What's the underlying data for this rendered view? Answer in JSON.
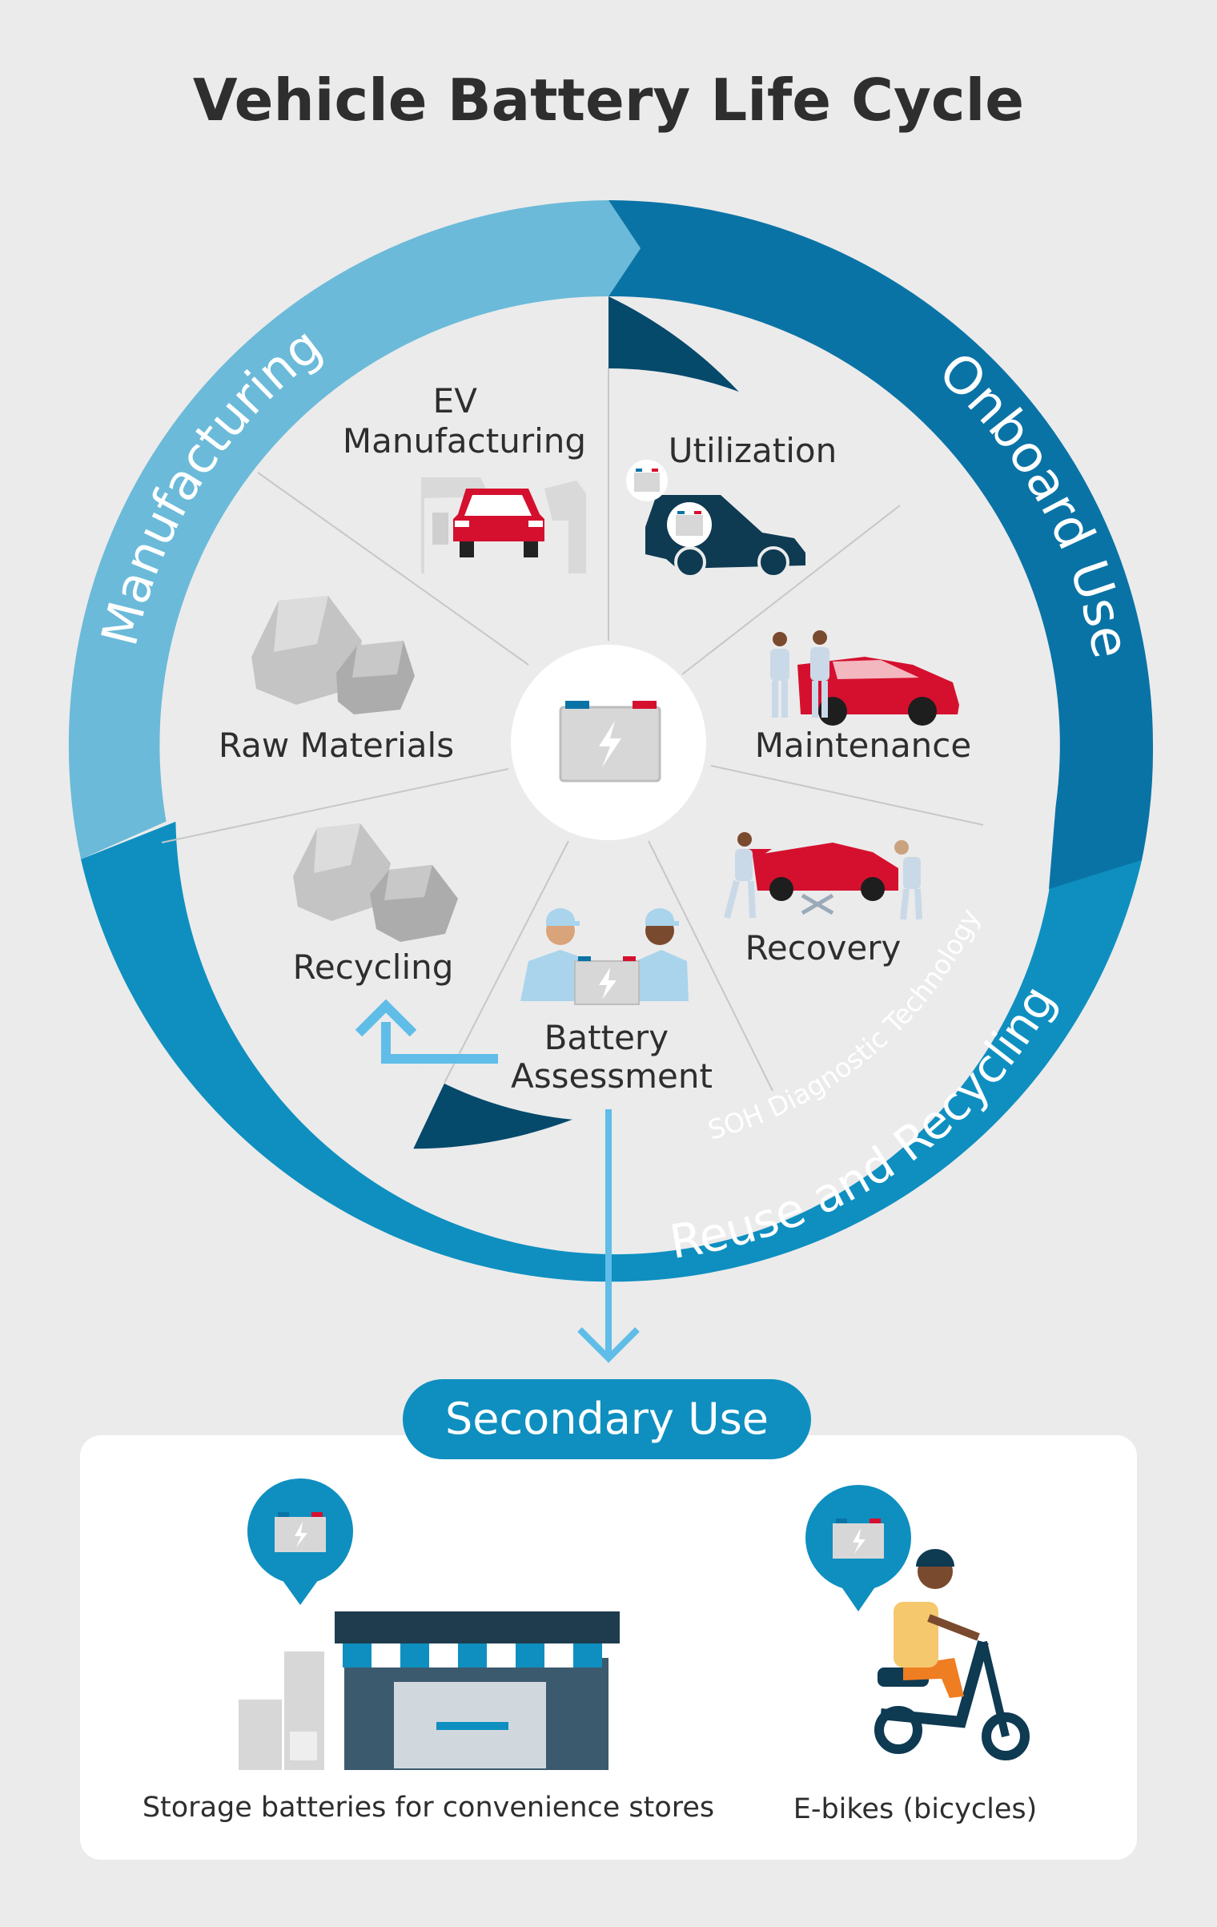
{
  "title": "Vehicle Battery Life Cycle",
  "arcs": {
    "manufacturing": "Manufacturing",
    "onboard": "Onboard Use",
    "reuse": "Reuse and Recycling",
    "soh": "SOH Diagnostic Technology"
  },
  "stages": {
    "ev_manufacturing": [
      "EV",
      "Manufacturing"
    ],
    "utilization": "Utilization",
    "maintenance": "Maintenance",
    "recovery": "Recovery",
    "battery_assessment": [
      "Battery",
      "Assessment"
    ],
    "recycling": "Recycling",
    "raw_materials": "Raw Materials"
  },
  "secondary": {
    "heading": "Secondary Use",
    "items": [
      "Storage batteries for convenience stores",
      "E-bikes (bicycles)"
    ]
  },
  "colors": {
    "light_blue": "#6bbad9",
    "mid_blue": "#0a73a6",
    "reuse_blue": "#0e8fc0",
    "dark_navy": "#05496b",
    "red": "#d5102e",
    "arrow_blue": "#5fbde8",
    "text_dark": "#2e2e2e"
  }
}
